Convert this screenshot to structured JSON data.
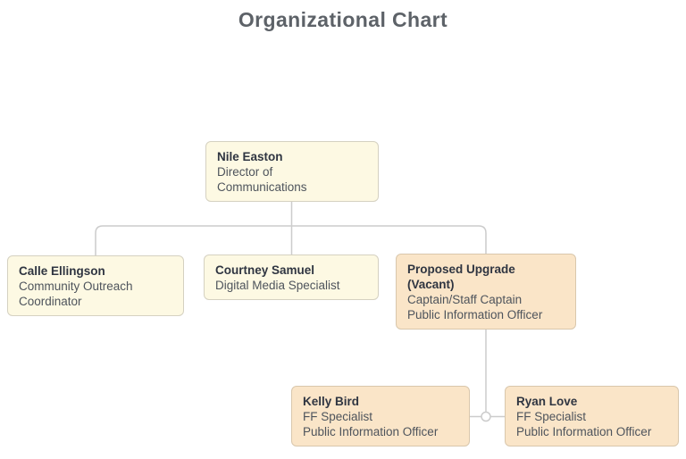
{
  "title": "Organizational Chart",
  "colors": {
    "title_text": "#5D6268",
    "connector_line": "#CCCCCC",
    "node_yellow_bg": "#FDF9E3",
    "node_yellow_border": "#D5D1C1",
    "node_peach_bg": "#FAE5C8",
    "node_peach_border": "#D9C7AC",
    "name_text": "#2F3541",
    "role_text": "#4E545C"
  },
  "nodes": [
    {
      "id": "nile-easton",
      "name_lines": [
        "Nile Easton"
      ],
      "role_lines": [
        "Director of",
        "Communications"
      ],
      "variant": "yellow"
    },
    {
      "id": "calle-ellingson",
      "name_lines": [
        "Calle Ellingson"
      ],
      "role_lines": [
        "Community Outreach",
        "Coordinator"
      ],
      "variant": "yellow"
    },
    {
      "id": "courtney-samuel",
      "name_lines": [
        "Courtney Samuel"
      ],
      "role_lines": [
        "Digital Media Specialist"
      ],
      "variant": "yellow"
    },
    {
      "id": "proposed-upgrade-vacant",
      "name_lines": [
        "Proposed Upgrade",
        "(Vacant)"
      ],
      "role_lines": [
        "Captain/Staff Captain",
        "Public Information Officer"
      ],
      "variant": "peach"
    },
    {
      "id": "kelly-bird",
      "name_lines": [
        "Kelly Bird"
      ],
      "role_lines": [
        "FF Specialist",
        "Public Information Officer"
      ],
      "variant": "peach"
    },
    {
      "id": "ryan-love",
      "name_lines": [
        "Ryan Love"
      ],
      "role_lines": [
        "FF Specialist",
        "Public Information Officer"
      ],
      "variant": "peach"
    }
  ]
}
